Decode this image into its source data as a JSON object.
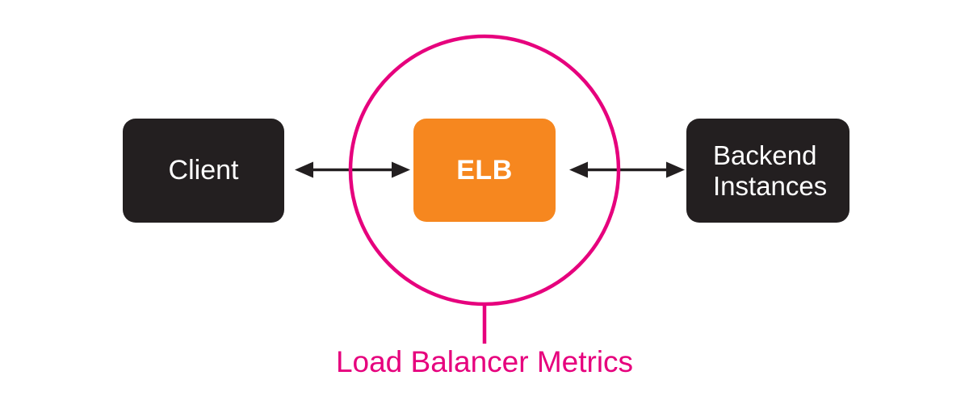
{
  "title": "Load Balancer Metrics",
  "nodes": {
    "client": {
      "label": "Client"
    },
    "elb": {
      "label": "ELB"
    },
    "backend": {
      "line1": "Backend",
      "line2": "Instances"
    }
  },
  "annotation": {
    "label": "Load Balancer Metrics"
  },
  "connections": [
    {
      "from": "Client",
      "to": "ELB",
      "style": "double-headed-arrow"
    },
    {
      "from": "ELB",
      "to": "Backend Instances",
      "style": "double-headed-arrow"
    }
  ],
  "colors": {
    "background": "#ffffff",
    "node_dark": "#231f20",
    "node_orange": "#f6871f",
    "accent_pink": "#e6007d",
    "arrow": "#231f20",
    "node_text": "#ffffff"
  }
}
